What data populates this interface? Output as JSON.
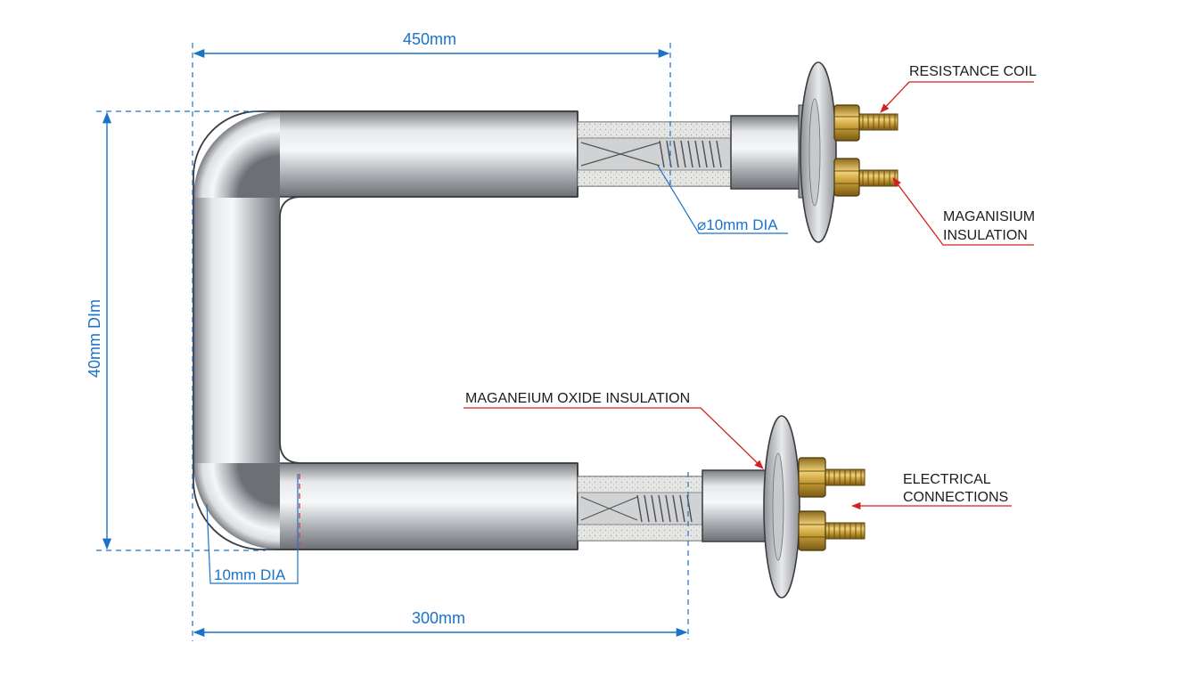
{
  "dimensions": {
    "top_length": "450mm",
    "bottom_length": "300mm",
    "height": "40mm DIm",
    "tube_dia": "10mm DIA",
    "coil_dia": "⌀10mm DIA"
  },
  "labels": {
    "resistance_coil": "RESISTANCE COIL",
    "mag_insulation_line1": "MAGANISIUM",
    "mag_insulation_line2": "INSULATION",
    "oxide_insulation": "MAGANEIUM OXIDE INSULATION",
    "electrical_line1": "ELECTRICAL",
    "electrical_line2": "CONNECTIONS"
  },
  "colors": {
    "dimension": "#1a73c8",
    "leader": "#d42020",
    "steel": "#b9bcc0",
    "brass": "#c9a038"
  }
}
